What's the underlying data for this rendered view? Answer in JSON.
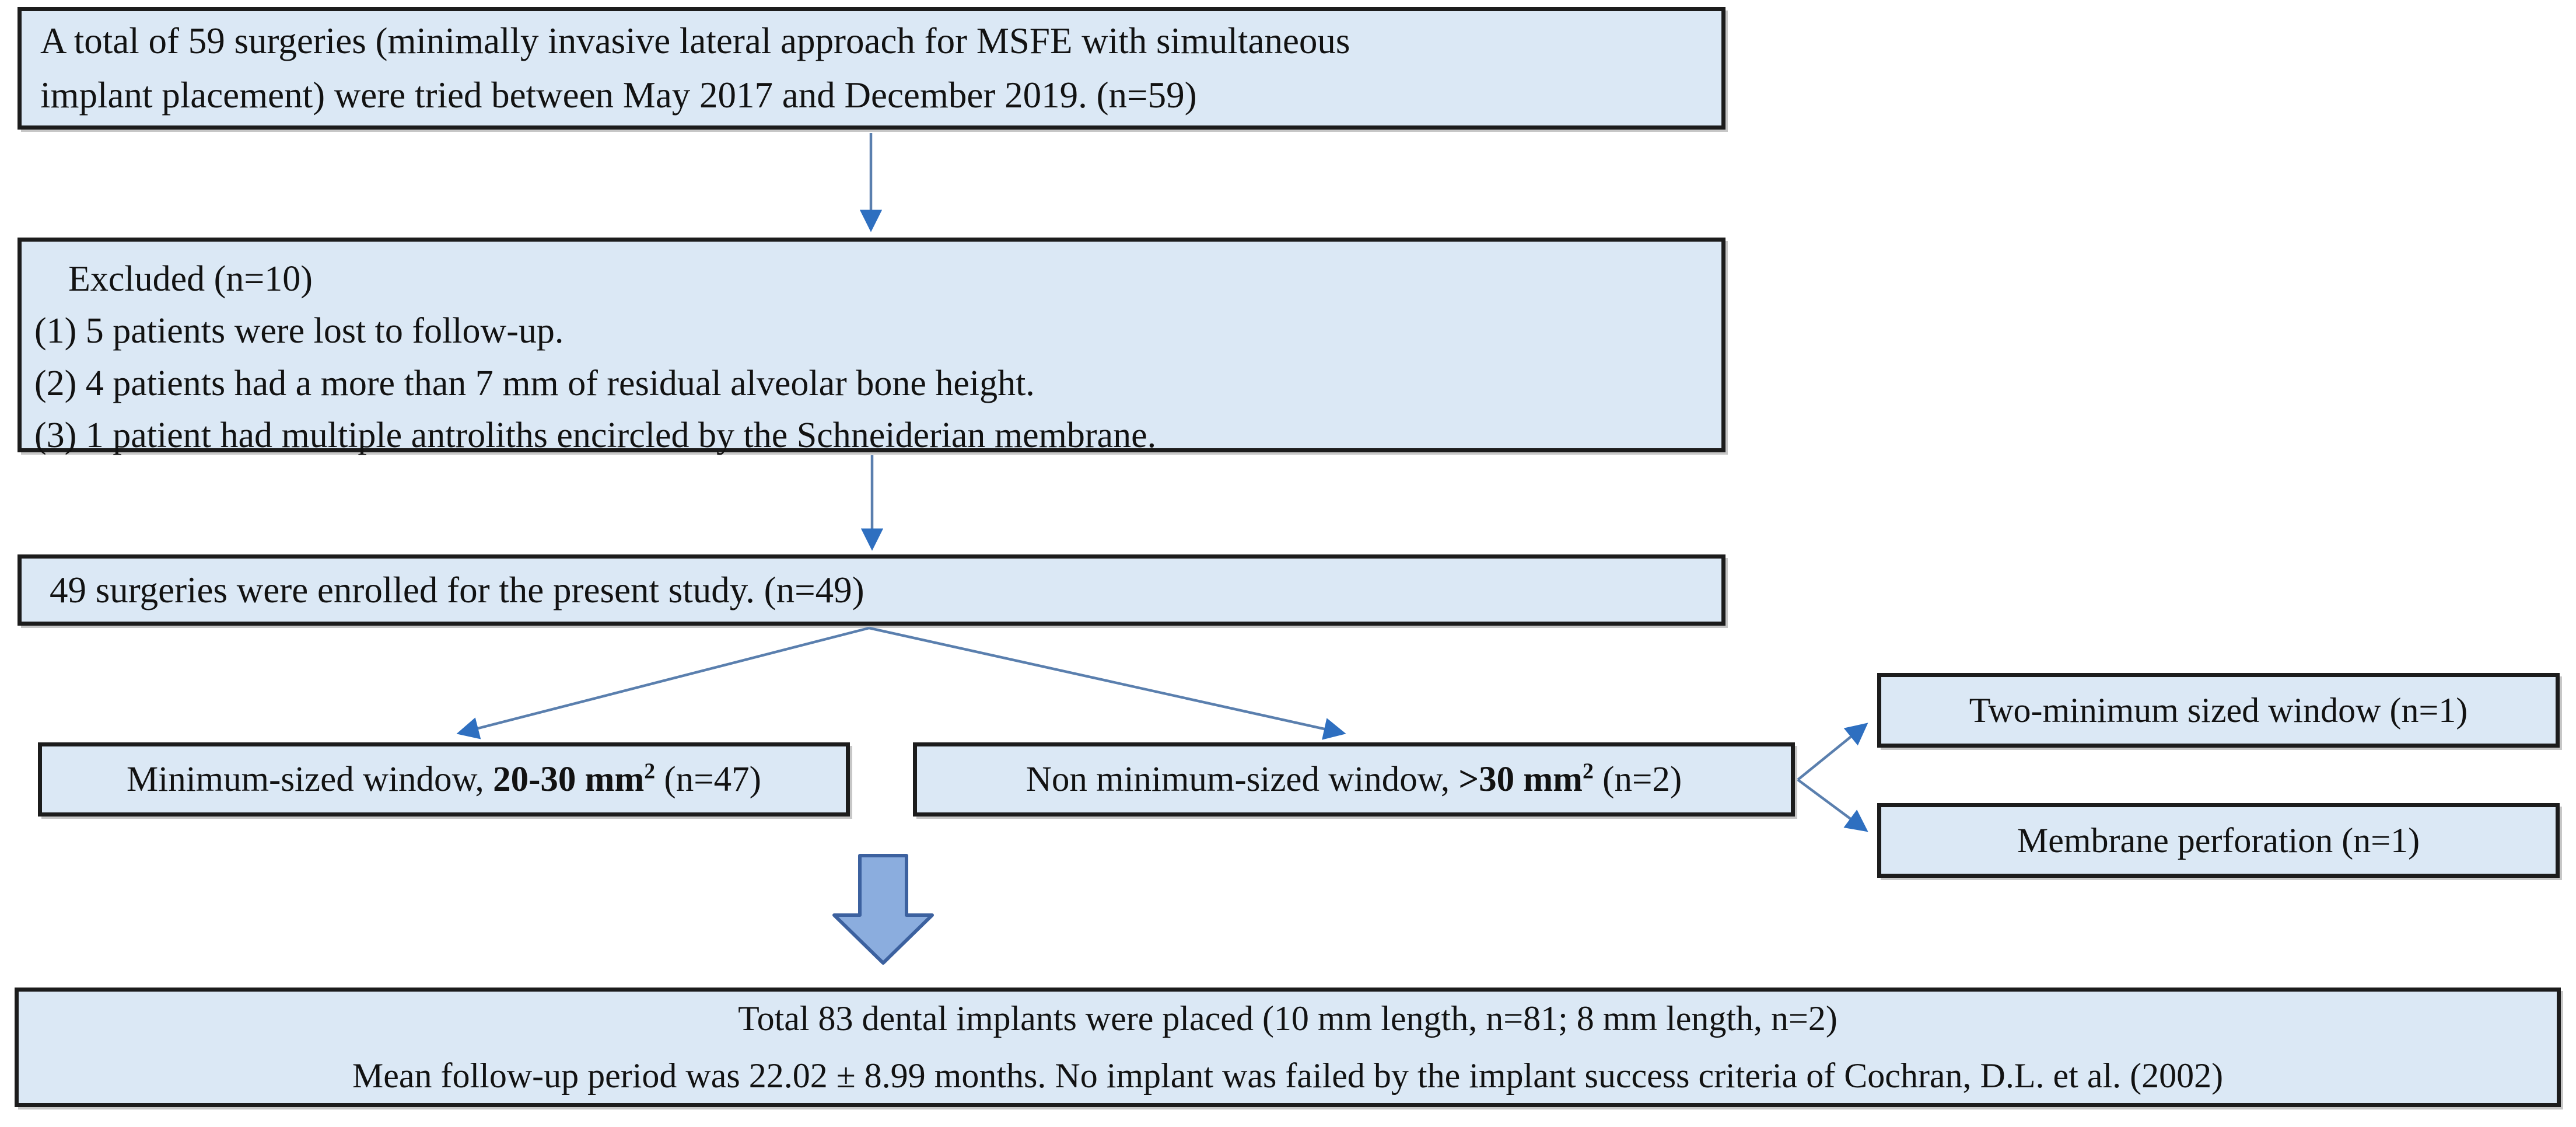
{
  "colors": {
    "box_fill": "#dbe8f5",
    "box_border": "#1c1c1c",
    "text_color": "#121212",
    "connector": "#5a7fae",
    "arrowhead": "#2e6fc0",
    "block_arrow_fill": "#8badde",
    "block_arrow_border": "#3c619f"
  },
  "nodes": {
    "total": {
      "lines": [
        "A total of 59 surgeries (minimally invasive lateral approach for MSFE with simultaneous",
        "implant placement) were tried between May 2017 and December 2019. (n=59)"
      ]
    },
    "excluded": {
      "title": "Excluded (n=10)",
      "items": [
        "(1) 5 patients were lost to follow-up.",
        "(2) 4 patients had a more than 7 mm of residual alveolar bone height.",
        "(3) 1 patient had multiple antroliths encircled by the Schneiderian membrane."
      ]
    },
    "enrolled": {
      "text": "49 surgeries were enrolled for the present study. (n=49)"
    },
    "min_window": {
      "prefix": "Minimum-sized window, ",
      "bold": "20-30 mm",
      "sup": "2",
      "suffix": " (n=47)"
    },
    "non_min_window": {
      "prefix": "Non minimum-sized window, ",
      "bold": ">30 mm",
      "sup": "2",
      "suffix": " (n=2)"
    },
    "two_min": {
      "text": "Two-minimum sized window (n=1)"
    },
    "membrane": {
      "text": "Membrane perforation (n=1)"
    },
    "implants": {
      "lines": [
        "Total 83 dental implants were placed (10 mm length, n=81; 8 mm length, n=2)",
        "Mean follow-up period was 22.02 ± 8.99 months. No implant was failed by the implant success criteria of Cochran, D.L. et al. (2002)"
      ]
    }
  }
}
